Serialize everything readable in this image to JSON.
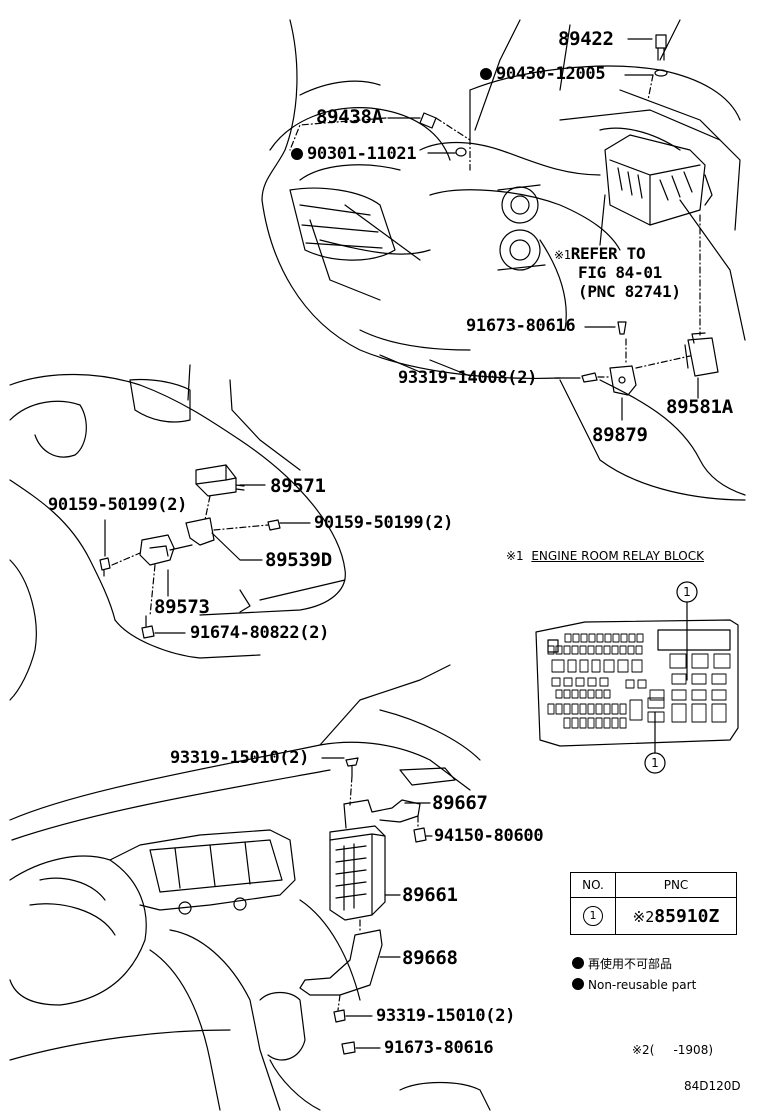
{
  "parts": {
    "p89422": "89422",
    "p90430": "90430-12005",
    "p89438A": "89438A",
    "p90301": "90301-11021",
    "refer_l1": "REFER TO",
    "refer_l2": "FIG 84-01",
    "refer_l3": "(PNC 82741)",
    "refer_mark": "※1",
    "p91673a": "91673-80616",
    "p93319a": "93319-14008(2)",
    "p89581A": "89581A",
    "p89879": "89879",
    "p89571": "89571",
    "p90159a": "90159-50199(2)",
    "p90159b": "90159-50199(2)",
    "p89539D": "89539D",
    "p89573": "89573",
    "p91674": "91674-80822(2)",
    "p93319b": "93319-15010(2)",
    "p89667": "89667",
    "p94150": "94150-80600",
    "p89661": "89661",
    "p89668": "89668",
    "p93319c": "93319-15010(2)",
    "p91673b": "91673-80616"
  },
  "relay_block": {
    "mark": "※1",
    "title": "ENGINE ROOM RELAY BLOCK",
    "callout_top": "1",
    "callout_bottom": "1"
  },
  "table": {
    "header_no": "NO.",
    "header_pnc": "PNC",
    "row_no": "1",
    "row_mark": "※2",
    "row_pnc": "85910Z"
  },
  "legend": {
    "jp": "再使用不可部品",
    "en": "Non-reusable part"
  },
  "footnote": {
    "mark": "※2",
    "range": "(     -1908)"
  },
  "figure_code": "84D120D"
}
